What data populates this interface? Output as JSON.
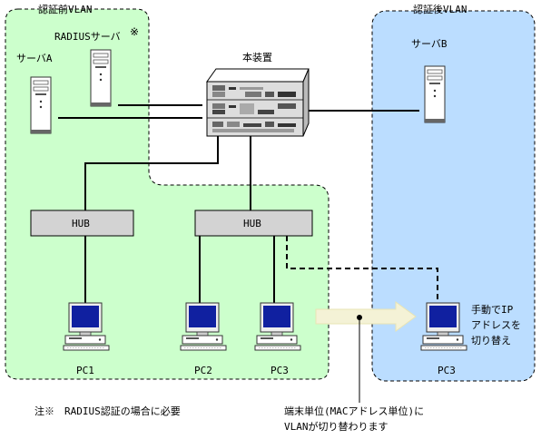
{
  "zones": {
    "pre_auth": {
      "label": "認証前VLAN"
    },
    "post_auth": {
      "label": "認証後VLAN"
    }
  },
  "devices": {
    "radius_server": "RADIUSサーバ",
    "radius_mark": "※",
    "server_a": "サーバA",
    "server_b": "サーバB",
    "main_device": "本装置",
    "hub1": "HUB",
    "hub2": "HUB",
    "pc1": "PC1",
    "pc2": "PC2",
    "pc3": "PC3",
    "pc3_moved": "PC3"
  },
  "annotations": {
    "manual_ip": [
      "手動でIP",
      "アドレスを",
      "切り替え"
    ],
    "note": "注※　RADIUS認証の場合に必要",
    "vlan_switch": [
      "端末単位(MACアドレス単位)に",
      "VLANが切り替わります"
    ]
  },
  "colors": {
    "pre_auth_fill": "#ccffcc",
    "post_auth_fill": "#bbddff",
    "hub_fill": "#d3d3d3",
    "arrow_fill": "#f4f2d6",
    "monitor_screen": "#1020a0"
  }
}
